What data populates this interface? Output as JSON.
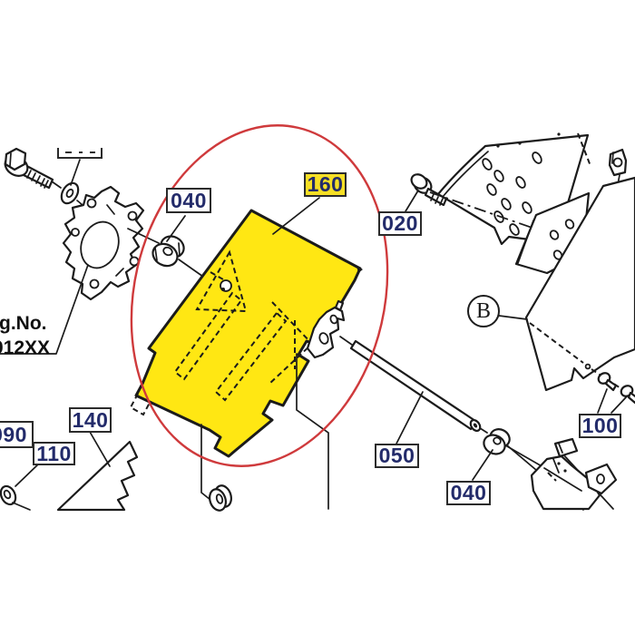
{
  "figure": {
    "type": "exploded-parts-diagram",
    "description": "mower deck cover exploded view with highlighted part",
    "colors": {
      "yellow": "#ffe713",
      "label_yellow": "#f6df25",
      "red": "#cf3a3c",
      "navy": "#232b6a",
      "ink": "#1b1b1b"
    }
  },
  "labels": {
    "nut_upper": "040",
    "deck_cover": "160",
    "screw_upper": "020",
    "ref_b": "B",
    "rod": "050",
    "nut_lower": "040",
    "screw_pair": "100",
    "blade": "140",
    "washer": "110",
    "part_090": "090",
    "fig_no": {
      "line1": "g.No.",
      "line2": "012XX"
    }
  }
}
